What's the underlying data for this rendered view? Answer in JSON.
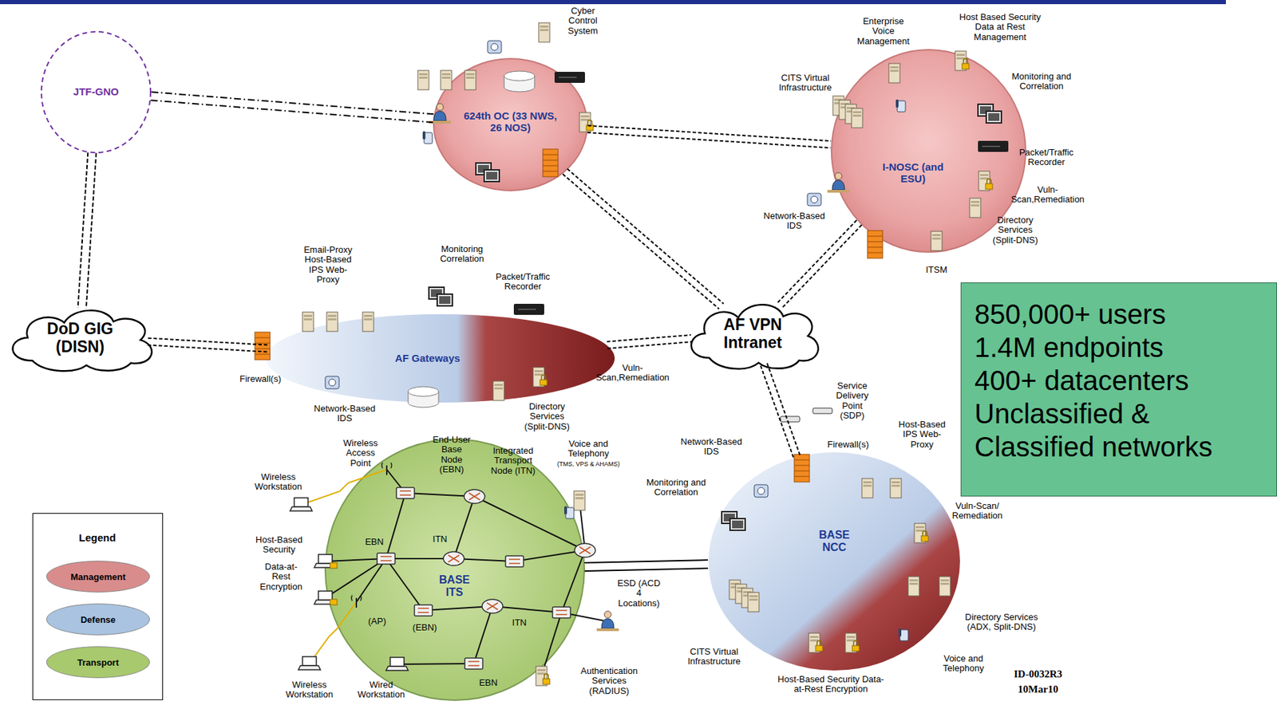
{
  "diagram": {
    "nodes": [
      {
        "text": [
          "JTF-GNO"
        ]
      },
      {
        "text": [
          "624th OC (33 NWS, 26 NOS)"
        ]
      },
      {
        "text": [
          "I-NOSC (and ESU)"
        ]
      },
      {
        "text": [
          "DoD GIG (DISN)"
        ]
      },
      {
        "text": [
          "AF Gateways"
        ]
      },
      {
        "text": [
          "AF VPN Intranet"
        ]
      },
      {
        "text": [
          "BASE ITS"
        ]
      },
      {
        "text": [
          "BASE NCC"
        ]
      },
      {
        "text": [
          "850,000+ users",
          "1.4M endpoints",
          "400+ datacenters",
          "Unclassified & Classified networks"
        ]
      }
    ],
    "edges": [
      {
        "from": 0,
        "to": 1,
        "arrow": "none"
      },
      {
        "from": 0,
        "to": 1,
        "arrow": "none"
      },
      {
        "from": 0,
        "to": 3,
        "arrow": "none"
      },
      {
        "from": 0,
        "to": 3,
        "arrow": "none"
      },
      {
        "from": 1,
        "to": 2,
        "arrow": "none"
      },
      {
        "from": 1,
        "to": 2,
        "arrow": "none"
      },
      {
        "from": 1,
        "to": 5,
        "arrow": "none"
      },
      {
        "from": 1,
        "to": 5,
        "arrow": "none"
      },
      {
        "from": 2,
        "to": 5,
        "arrow": "none"
      },
      {
        "from": 2,
        "to": 5,
        "arrow": "none"
      },
      {
        "from": 3,
        "to": 4,
        "arrow": "none"
      },
      {
        "from": 3,
        "to": 4,
        "arrow": "none"
      },
      {
        "from": 4,
        "to": 5,
        "arrow": "none"
      },
      {
        "from": 4,
        "to": 5,
        "arrow": "none"
      },
      {
        "from": 5,
        "to": 7,
        "arrow": "none"
      },
      {
        "from": 5,
        "to": 7,
        "arrow": "none"
      },
      {
        "from": 6,
        "to": 7,
        "arrow": "none"
      },
      {
        "from": 6,
        "to": 7,
        "arrow": "none"
      }
    ],
    "labels": [
      "Cyber Control System",
      "Enterprise Voice Management",
      "Host Based Security Data at Rest Management",
      "Monitoring and Correlation",
      "Packet/Traffic Recorder",
      "Vuln- Scan,Remediation",
      "Directory Services (Split-DNS)",
      "ITSM",
      "Network-Based IDS",
      "CITS Virtual Infrastructure",
      "Email-Proxy Host-Based IPS Web-Proxy",
      "Monitoring Correlation",
      "Packet/Traffic Recorder",
      "Vuln- Scan,Remediation",
      "Directory Services (Split-DNS)",
      "Network-Based IDS",
      "Firewall(s)",
      "Service Delivery Point (SDP)",
      "Firewall(s)",
      "Network-Based IDS",
      "Monitoring and Correlation",
      "Host-Based IPS Web-Proxy",
      "Vuln-Scan/ Remediation",
      "Directory Services (ADX, Split-DNS)",
      "Voice and Telephony",
      "Host-Based Security Data-at-Rest Encryption",
      "CITS Virtual Infrastructure",
      "Wireless Access Point",
      "End-User Base Node (EBN)",
      "Integrated Transport Node (ITN)",
      "Voice and Telephony",
      "(TMS, VPS & AHAMS)",
      "Wireless Workstation",
      "Host-Based Security",
      "Data-at- Rest Encryption",
      "EBN",
      "ITN",
      "ESD (ACD 4 Locations)",
      "(AP)",
      "(EBN)",
      "ITN",
      "EBN",
      "Wireless Workstation",
      "Wired Workstation",
      "Authentication Services (RADIUS)",
      "ID-0032R3",
      "10Mar10",
      "Legend"
    ],
    "legend": [
      {
        "text": "Management",
        "color": "#d98c8c"
      },
      {
        "text": "Defense",
        "color": "#a9c3e0"
      },
      {
        "text": "Transport",
        "color": "#a8c96d"
      }
    ]
  }
}
